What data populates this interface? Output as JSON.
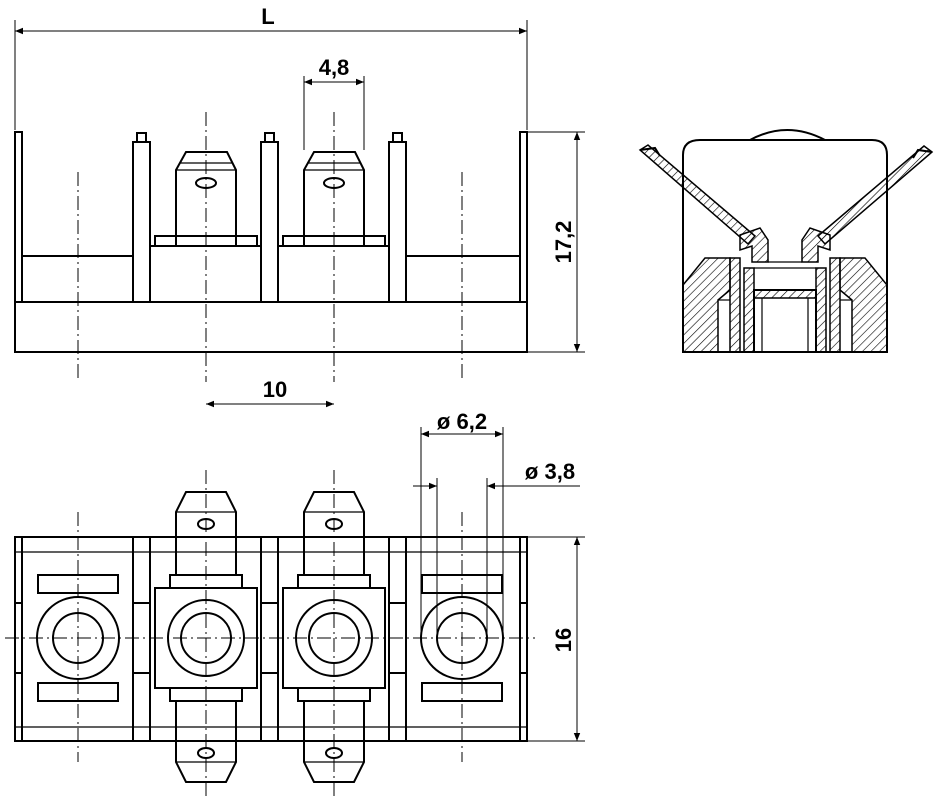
{
  "dimensions": {
    "length": "L",
    "tab_width": "4,8",
    "height": "17,2",
    "pitch": "10",
    "outer_diameter": "ø 6,2",
    "inner_diameter": "ø 3,8",
    "depth": "16"
  }
}
